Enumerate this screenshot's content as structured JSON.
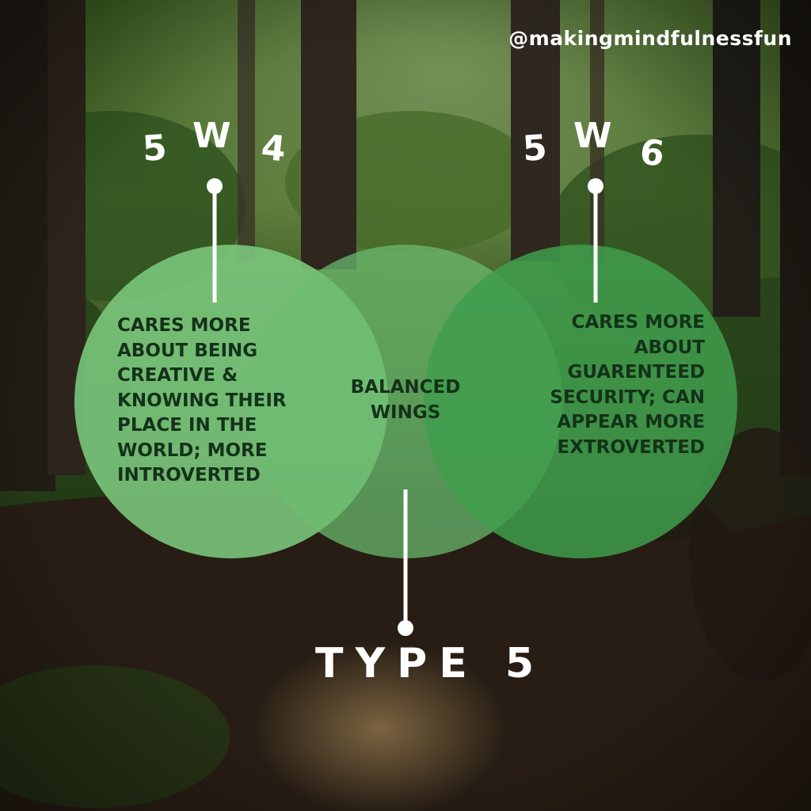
{
  "handle": "@makingmindfulnessfun",
  "wings": {
    "left": {
      "label_chars": [
        "5",
        "W",
        "4"
      ],
      "description": "CARES MORE ABOUT BEING CREATIVE & KNOWING THEIR PLACE IN THE WORLD; MORE INTROVERTED"
    },
    "center": {
      "description": "BALANCED WINGS"
    },
    "right": {
      "label_chars": [
        "5",
        "W",
        "6"
      ],
      "description": "CARES MORE ABOUT GUARENTEED SECURITY; CAN APPEAR MORE EXTROVERTED"
    }
  },
  "type_label": "TYPE 5",
  "colors": {
    "circle_left": "#7cc97e",
    "circle_center": "#6cbd70",
    "circle_right": "#3f9e4c",
    "text_dark": "#14321a",
    "line_white": "#ffffff"
  },
  "background": {
    "scene": "forest path",
    "sky_green": "#6f9a45",
    "trunk": "#2e2a22",
    "ground": "#3a2a1c",
    "path_light": "#9a7a52"
  }
}
